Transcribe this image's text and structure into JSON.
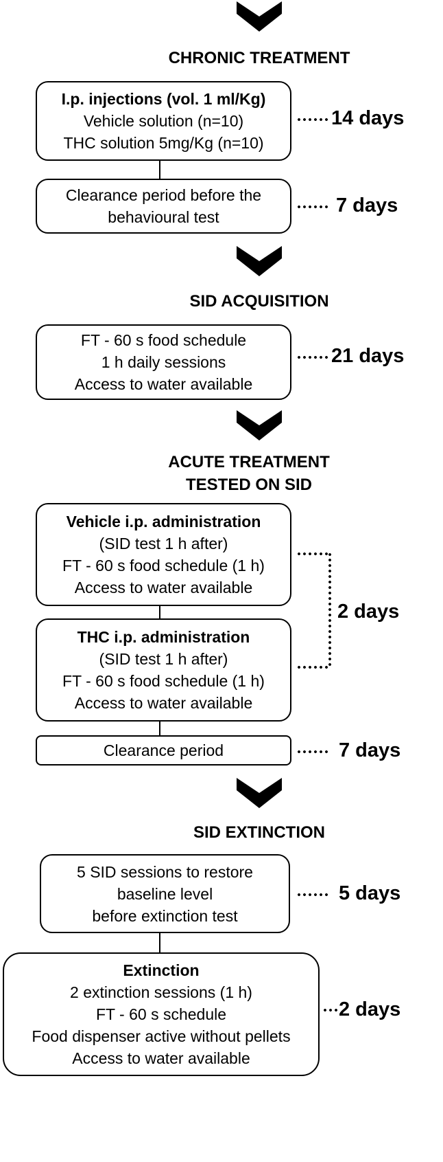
{
  "stages": [
    {
      "heading": [
        "CHRONIC TREATMENT"
      ],
      "boxes": [
        {
          "title": "I.p. injections (vol. 1 ml/Kg)",
          "lines": [
            "Vehicle solution (n=10)",
            "THC solution 5mg/Kg (n=10)"
          ],
          "duration": "14 days"
        },
        {
          "title": "",
          "lines": [
            "Clearance period before the",
            "behavioural test"
          ],
          "duration": "7 days"
        }
      ]
    },
    {
      "heading": [
        "SID ACQUISITION"
      ],
      "boxes": [
        {
          "title": "",
          "lines": [
            "FT - 60 s food schedule",
            "1 h daily sessions",
            "Access to water available"
          ],
          "duration": "21 days"
        }
      ]
    },
    {
      "heading": [
        "ACUTE TREATMENT",
        "TESTED ON SID"
      ],
      "boxes": [
        {
          "title": "Vehicle i.p. administration",
          "lines": [
            "(SID test 1 h after)",
            "FT - 60 s food schedule (1 h)",
            "Access to water available"
          ]
        },
        {
          "title": "THC i.p. administration",
          "lines": [
            "(SID test 1 h after)",
            "FT - 60 s food schedule (1 h)",
            "Access to water available"
          ]
        },
        {
          "title": "",
          "lines": [
            "Clearance period"
          ],
          "duration": "7 days"
        }
      ],
      "bracket_duration": "2 days"
    },
    {
      "heading": [
        "SID EXTINCTION"
      ],
      "boxes": [
        {
          "title": "",
          "lines": [
            "5 SID sessions to restore",
            "baseline level",
            "before extinction test"
          ],
          "duration": "5 days"
        },
        {
          "title": "Extinction",
          "lines": [
            "2 extinction sessions (1 h)",
            "FT - 60 s schedule",
            "Food dispenser active without pellets",
            "Access to water available"
          ],
          "duration": "2 days"
        }
      ]
    }
  ]
}
